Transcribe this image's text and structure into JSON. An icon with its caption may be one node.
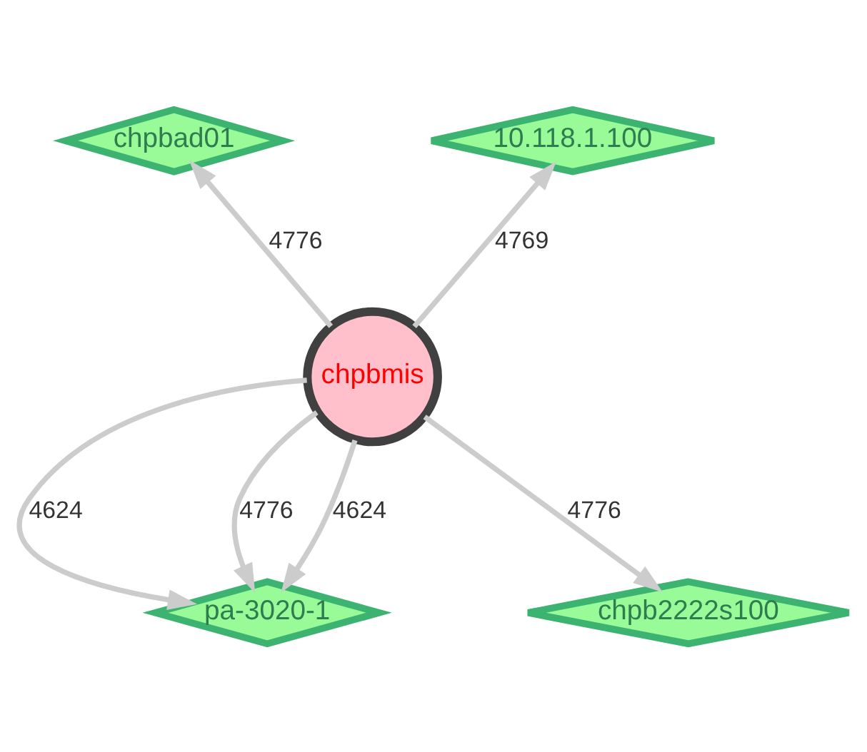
{
  "diagram": {
    "nodes": [
      {
        "text": [
          "chpbad01"
        ]
      },
      {
        "text": [
          "10.118.1.100"
        ]
      },
      {
        "text": [
          "chpbmis"
        ]
      },
      {
        "text": [
          "pa-3020-1"
        ]
      },
      {
        "text": [
          "chpb2222s100"
        ]
      }
    ],
    "edges": [
      {
        "from": 2,
        "to": 0,
        "arrow": "to",
        "label": "4776"
      },
      {
        "from": 2,
        "to": 1,
        "arrow": "to",
        "label": "4769"
      },
      {
        "from": 2,
        "to": 3,
        "arrow": "to",
        "label": "4624"
      },
      {
        "from": 2,
        "to": 3,
        "arrow": "to",
        "label": "4776"
      },
      {
        "from": 2,
        "to": 3,
        "arrow": "to",
        "label": "4624"
      },
      {
        "from": 2,
        "to": 4,
        "arrow": "to",
        "label": "4776"
      }
    ]
  }
}
